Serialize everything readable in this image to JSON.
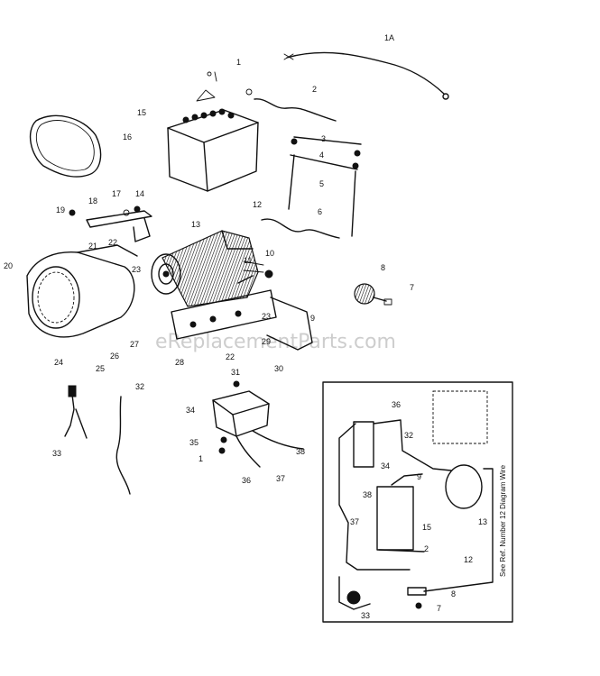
{
  "watermark": "eReplacementParts.com",
  "inset_wire_note": "See Ref. Number 12 Diagram Wire",
  "callouts": {
    "c1a": "1A",
    "c1": "1",
    "c2": "2",
    "c3": "3",
    "c4": "4",
    "c5": "5",
    "c6": "6",
    "c7": "7",
    "c8": "8",
    "c9": "9",
    "c10": "10",
    "c11": "11",
    "c12": "12",
    "c13": "13",
    "c14": "14",
    "c15": "15",
    "c16": "16",
    "c17": "17",
    "c18": "18",
    "c19": "19",
    "c20": "20",
    "c21": "21",
    "c22": "22",
    "c22b": "22",
    "c23": "23",
    "c23b": "23",
    "c24": "24",
    "c25": "25",
    "c26": "26",
    "c27": "27",
    "c28": "28",
    "c29": "29",
    "c30": "30",
    "c31": "31",
    "c32": "32",
    "c33": "33",
    "c34": "34",
    "c35": "35",
    "c36": "36",
    "c37": "37",
    "c38": "38",
    "c1b": "1"
  },
  "inset_callouts": {
    "i36": "36",
    "i32": "32",
    "i34": "34",
    "i9": "9",
    "i38": "38",
    "i15": "15",
    "i13": "13",
    "i37": "37",
    "i2": "2",
    "i12": "12",
    "i8": "8",
    "i7": "7",
    "i33": "33"
  }
}
